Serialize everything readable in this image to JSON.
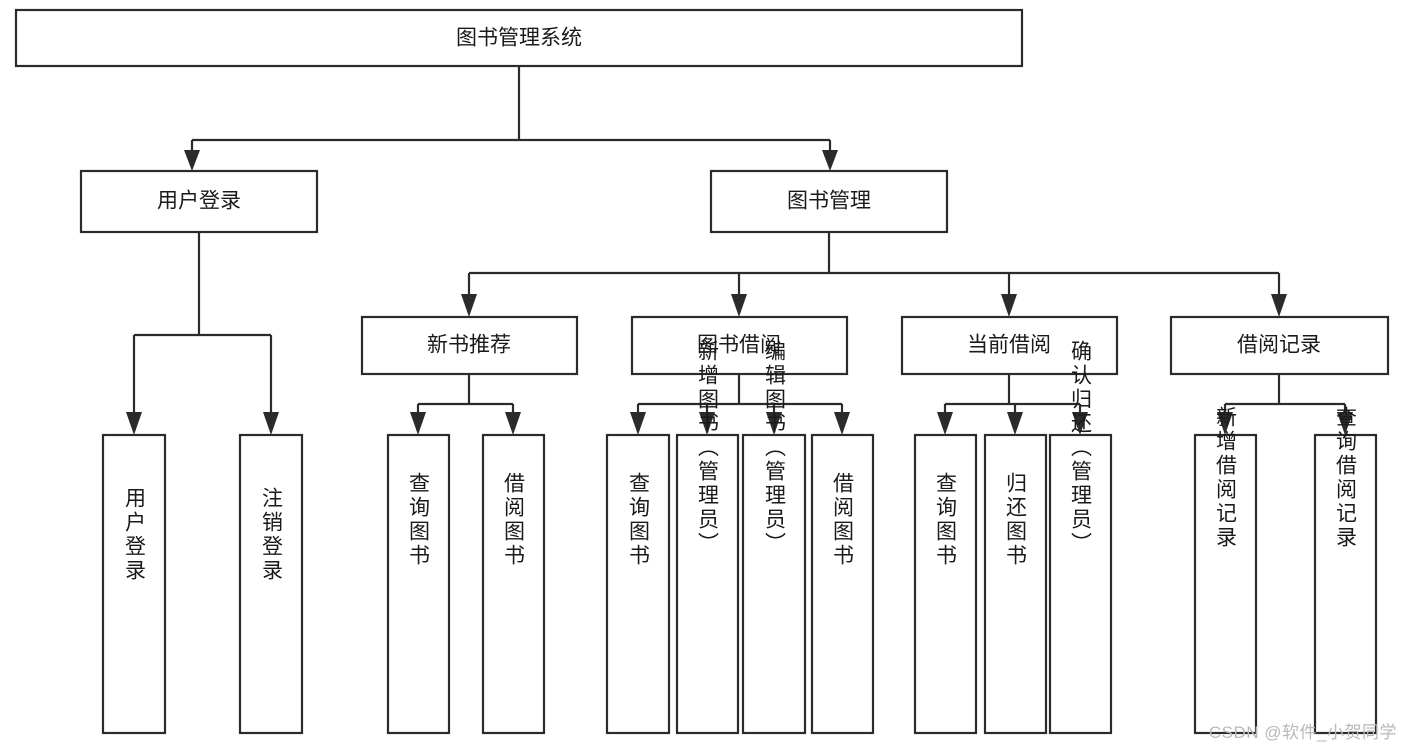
{
  "diagram": {
    "title": "图书管理系统",
    "type": "tree-hierarchy-flowchart",
    "watermark": "CSDN @软件_小贺同学",
    "colors": {
      "stroke": "#2b2b2b",
      "fill": "#ffffff",
      "text": "#1a1a1a",
      "watermark": "#b8b8b8"
    },
    "levels": {
      "root": {
        "label": "图书管理系统"
      },
      "level2": [
        {
          "label": "用户登录"
        },
        {
          "label": "图书管理"
        }
      ],
      "level3": [
        {
          "label": "新书推荐"
        },
        {
          "label": "图书借阅"
        },
        {
          "label": "当前借阅"
        },
        {
          "label": "借阅记录"
        }
      ]
    },
    "nodes": {
      "root": "图书管理系统",
      "user_login": "用户登录",
      "book_manage": "图书管理",
      "new_book_rec": "新书推荐",
      "book_borrow": "图书借阅",
      "current_borrow": "当前借阅",
      "borrow_record": "借阅记录",
      "leaf_user_login": "用户登录",
      "leaf_logout": "注销登录",
      "leaf_query_book_1": "查询图书",
      "leaf_borrow_book_1": "借阅图书",
      "leaf_query_book_2": "查询图书",
      "leaf_add_book_admin": "新增图书（管理员）",
      "leaf_edit_book_admin": "编辑图书（管理员）",
      "leaf_borrow_book_2": "借阅图书",
      "leaf_query_book_3": "查询图书",
      "leaf_return_book": "归还图书",
      "leaf_confirm_return_admin": "确认归还（管理员）",
      "leaf_add_borrow_record": "新增借阅记录",
      "leaf_query_borrow_record": "查询借阅记录"
    },
    "edges": [
      {
        "from": "图书管理系统",
        "to": "用户登录"
      },
      {
        "from": "图书管理系统",
        "to": "图书管理"
      },
      {
        "from": "用户登录",
        "to": "用户登录"
      },
      {
        "from": "用户登录",
        "to": "注销登录"
      },
      {
        "from": "图书管理",
        "to": "新书推荐"
      },
      {
        "from": "图书管理",
        "to": "图书借阅"
      },
      {
        "from": "图书管理",
        "to": "当前借阅"
      },
      {
        "from": "图书管理",
        "to": "借阅记录"
      },
      {
        "from": "新书推荐",
        "to": "查询图书"
      },
      {
        "from": "新书推荐",
        "to": "借阅图书"
      },
      {
        "from": "图书借阅",
        "to": "查询图书"
      },
      {
        "from": "图书借阅",
        "to": "新增图书（管理员）"
      },
      {
        "from": "图书借阅",
        "to": "编辑图书（管理员）"
      },
      {
        "from": "图书借阅",
        "to": "借阅图书"
      },
      {
        "from": "当前借阅",
        "to": "查询图书"
      },
      {
        "from": "当前借阅",
        "to": "归还图书"
      },
      {
        "from": "当前借阅",
        "to": "确认归还（管理员）"
      },
      {
        "from": "借阅记录",
        "to": "新增借阅记录"
      },
      {
        "from": "借阅记录",
        "to": "查询借阅记录"
      }
    ]
  }
}
